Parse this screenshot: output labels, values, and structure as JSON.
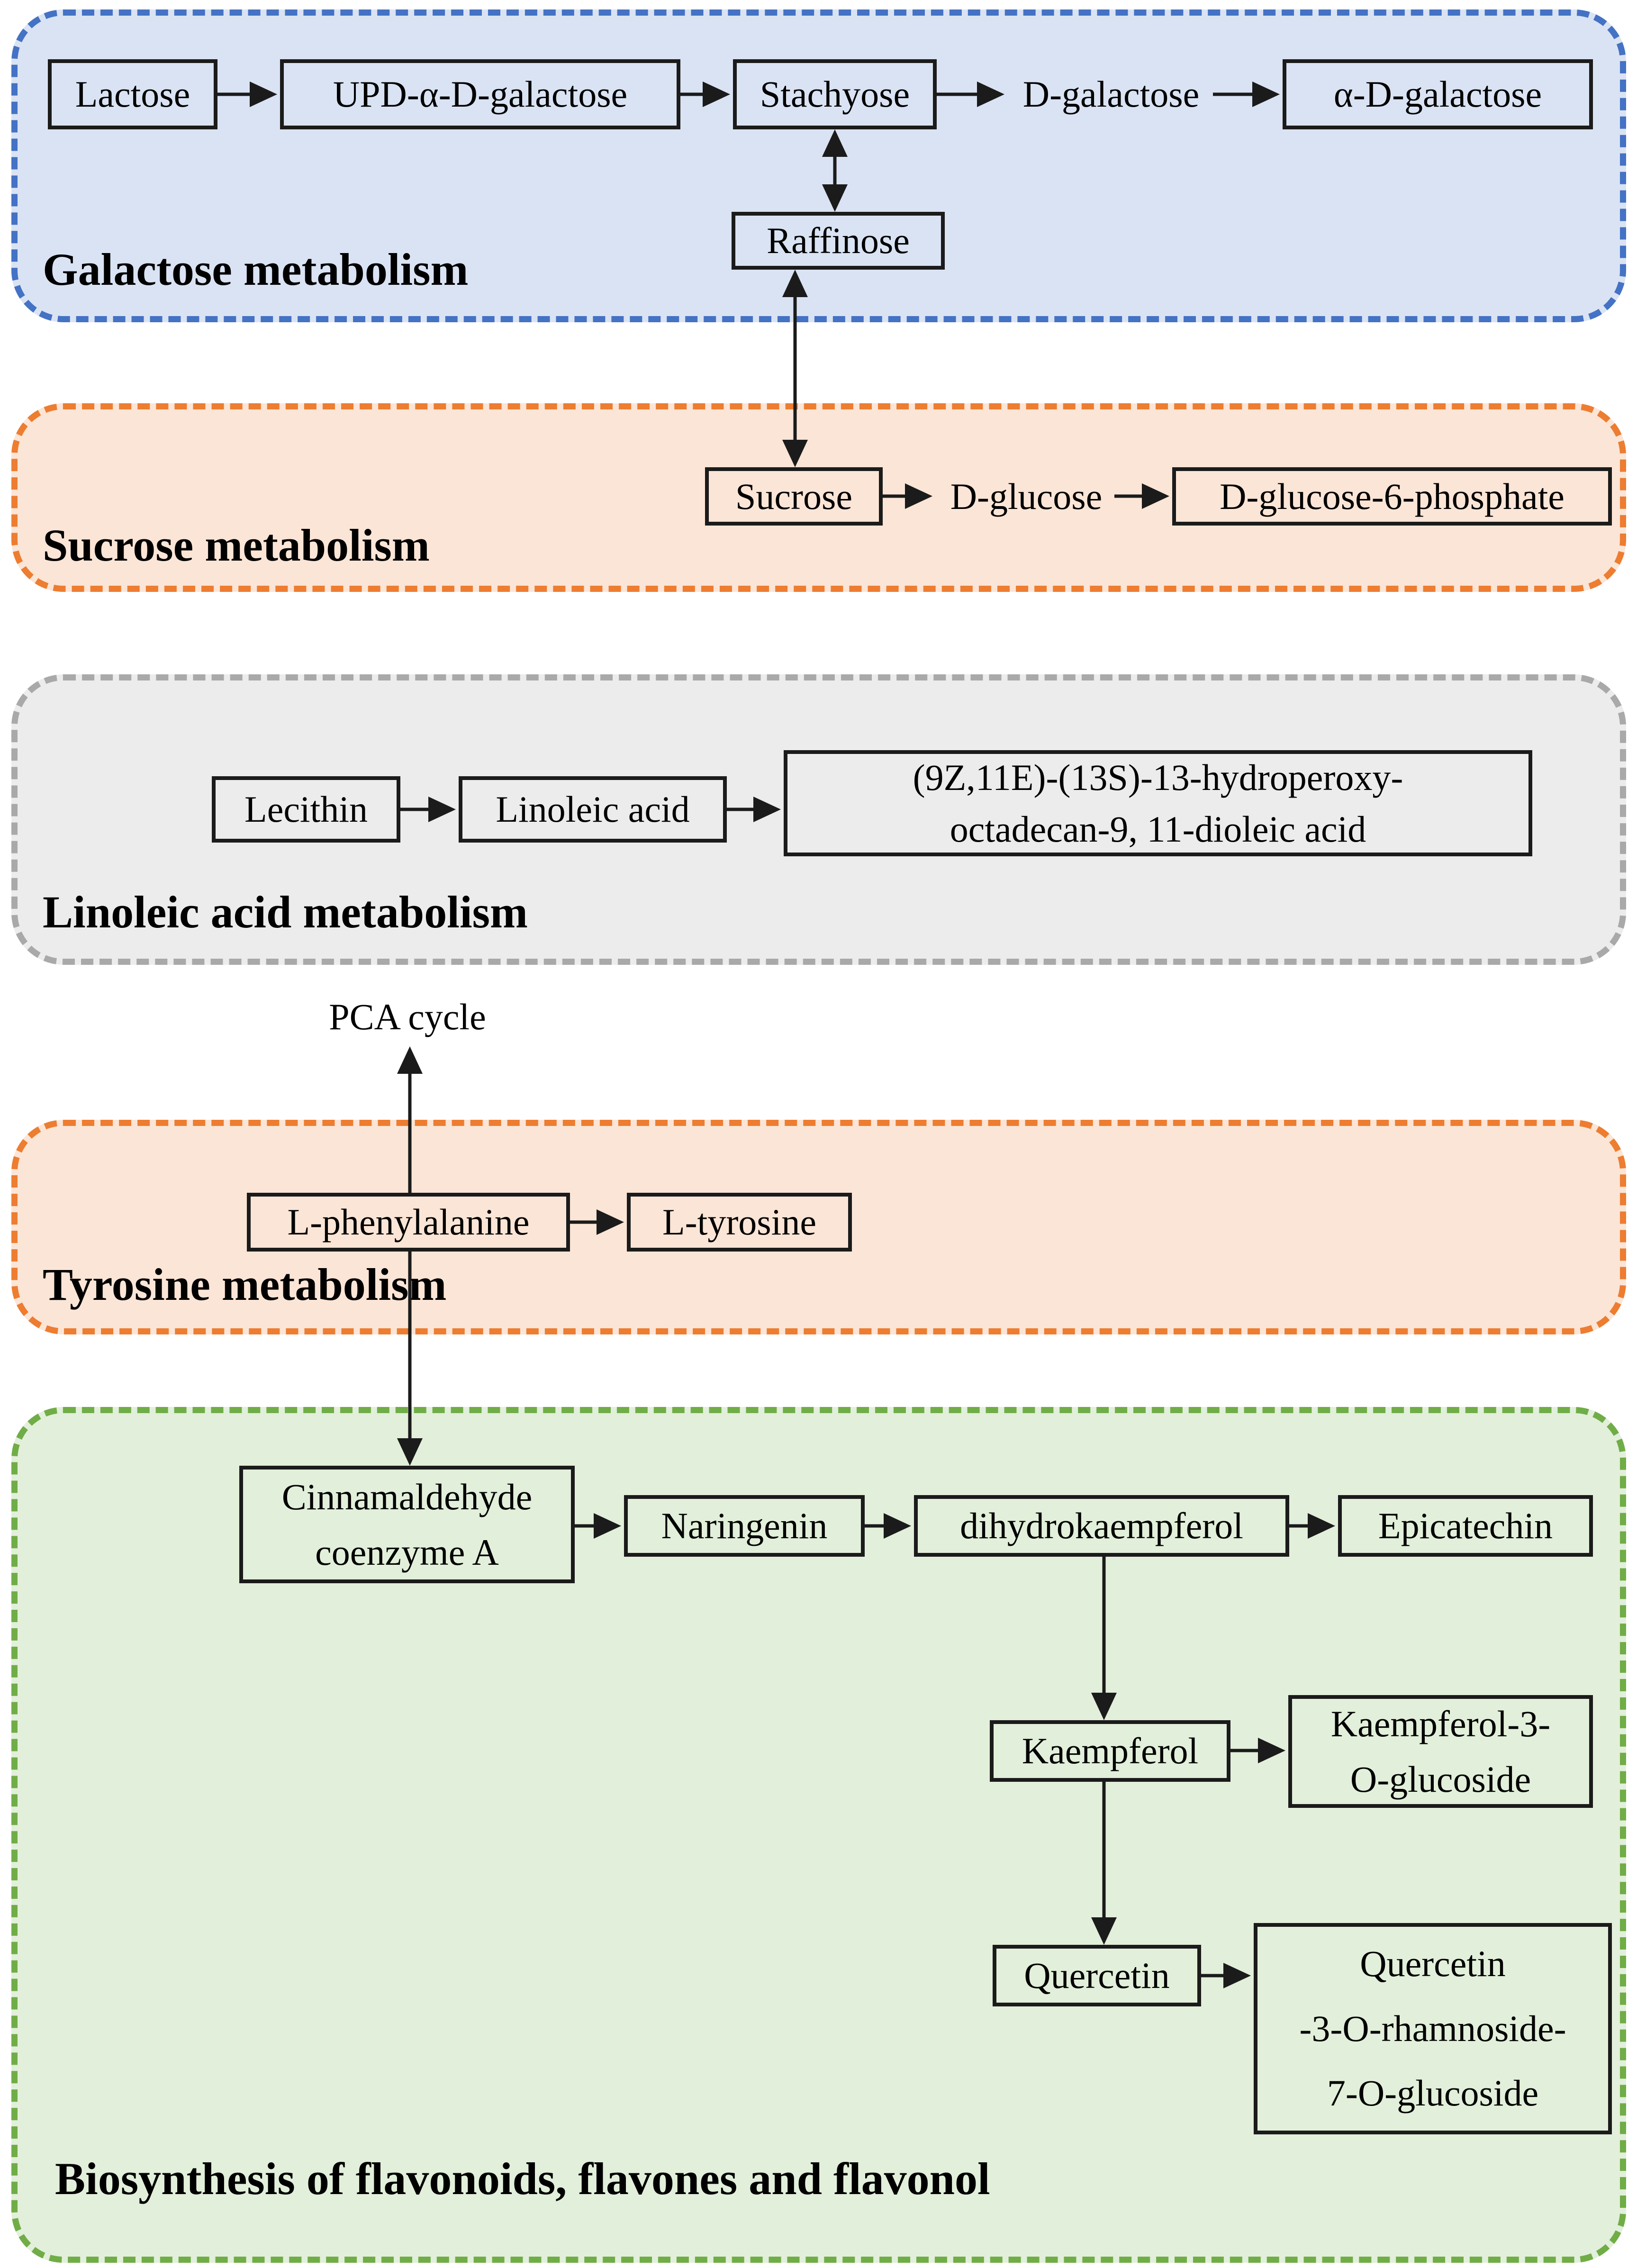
{
  "regions": {
    "galactose": {
      "title": "Galactose metabolism",
      "fill": "#dae3f3",
      "border": "#4472c4"
    },
    "sucrose": {
      "title": "Sucrose metabolism",
      "fill": "#fbe5d6",
      "border": "#ed7d31"
    },
    "linoleic": {
      "title": "Linoleic acid metabolism",
      "fill": "#ececec",
      "border": "#a9a9a9"
    },
    "tyrosine": {
      "title": "Tyrosine metabolism",
      "fill": "#fbe5d6",
      "border": "#ed7d31"
    },
    "flavonoid": {
      "title": "Biosynthesis of flavonoids, flavones and flavonol",
      "fill": "#e2efda",
      "border": "#70ad47"
    }
  },
  "nodes": {
    "lactose": {
      "label": "Lactose",
      "boxed": true
    },
    "upd": {
      "label": "UPD-α-D-galactose",
      "boxed": true
    },
    "stachyose": {
      "label": "Stachyose",
      "boxed": true
    },
    "d_galactose": {
      "label": "D-galactose",
      "boxed": false
    },
    "alpha_d_galactose": {
      "label": "α-D-galactose",
      "boxed": true
    },
    "raffinose": {
      "label": "Raffinose",
      "boxed": true
    },
    "sucrose": {
      "label": "Sucrose",
      "boxed": true
    },
    "d_glucose": {
      "label": "D-glucose",
      "boxed": false
    },
    "d_glucose_6_phosphate": {
      "label": "D-glucose-6-phosphate",
      "boxed": true
    },
    "lecithin": {
      "label": "Lecithin",
      "boxed": true
    },
    "linoleic_acid": {
      "label": "Linoleic acid",
      "boxed": true
    },
    "hydroperoxy": {
      "label": "(9Z,11E)-(13S)-13-hydroperoxy-\noctadecan-9, 11-dioleic acid",
      "boxed": true
    },
    "pca_cycle": {
      "label": "PCA cycle",
      "boxed": false
    },
    "l_phenylalanine": {
      "label": "L-phenylalanine",
      "boxed": true
    },
    "l_tyrosine": {
      "label": "L-tyrosine",
      "boxed": true
    },
    "cinnamaldehyde": {
      "label": "Cinnamaldehyde\ncoenzyme A",
      "boxed": true
    },
    "naringenin": {
      "label": "Naringenin",
      "boxed": true
    },
    "dihydrokaempferol": {
      "label": "dihydrokaempferol",
      "boxed": true
    },
    "epicatechin": {
      "label": "Epicatechin",
      "boxed": true
    },
    "kaempferol": {
      "label": "Kaempferol",
      "boxed": true
    },
    "kaempferol_3_o_glucoside": {
      "label": "Kaempferol-3-\nO-glucoside",
      "boxed": true
    },
    "quercetin": {
      "label": "Quercetin",
      "boxed": true
    },
    "quercetin_rhamnoside_glucoside": {
      "label": "Quercetin\n-3-O-rhamnoside-\n7-O-glucoside",
      "boxed": true
    }
  },
  "colors": {
    "arrow": "#1b1b1b",
    "box_border": "#1b1b1b",
    "text": "#000000",
    "background": "#ffffff"
  }
}
